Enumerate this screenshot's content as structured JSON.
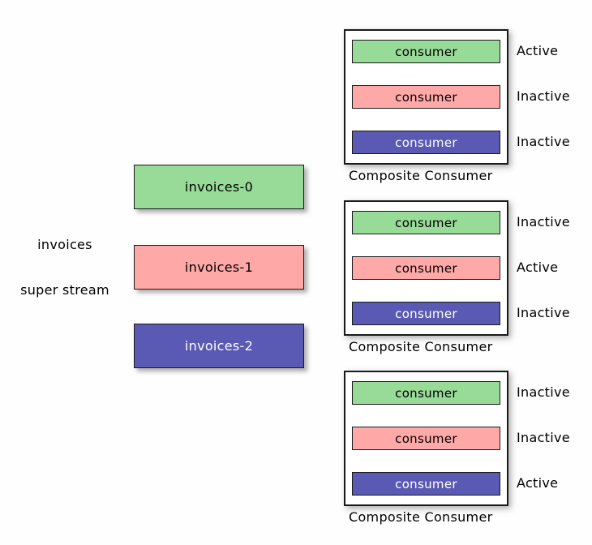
{
  "diagram": {
    "background": "#FEFEFE",
    "stream": {
      "name": "invoices",
      "type": "super stream"
    },
    "colors": {
      "green": "#98DB98",
      "pink": "#FFA8A8",
      "blue": "#5A5AB4",
      "border": "#1A1A1A"
    },
    "partitions": [
      {
        "label": "invoices-0",
        "fill": "#98DB98",
        "text_color": "#000000"
      },
      {
        "label": "invoices-1",
        "fill": "#FFA8A8",
        "text_color": "#000000"
      },
      {
        "label": "invoices-2",
        "fill": "#5A5AB4",
        "text_color": "#FFFFFF"
      }
    ],
    "composites": [
      {
        "caption": "Composite Consumer",
        "consumers": [
          {
            "label": "consumer",
            "fill": "#98DB98",
            "text_color": "#000000",
            "status": "Active"
          },
          {
            "label": "consumer",
            "fill": "#FFA8A8",
            "text_color": "#000000",
            "status": "Inactive"
          },
          {
            "label": "consumer",
            "fill": "#5A5AB4",
            "text_color": "#FFFFFF",
            "status": "Inactive"
          }
        ]
      },
      {
        "caption": "Composite Consumer",
        "consumers": [
          {
            "label": "consumer",
            "fill": "#98DB98",
            "text_color": "#000000",
            "status": "Inactive"
          },
          {
            "label": "consumer",
            "fill": "#FFA8A8",
            "text_color": "#000000",
            "status": "Active"
          },
          {
            "label": "consumer",
            "fill": "#5A5AB4",
            "text_color": "#FFFFFF",
            "status": "Inactive"
          }
        ]
      },
      {
        "caption": "Composite Consumer",
        "consumers": [
          {
            "label": "consumer",
            "fill": "#98DB98",
            "text_color": "#000000",
            "status": "Inactive"
          },
          {
            "label": "consumer",
            "fill": "#FFA8A8",
            "text_color": "#000000",
            "status": "Inactive"
          },
          {
            "label": "consumer",
            "fill": "#5A5AB4",
            "text_color": "#FFFFFF",
            "status": "Active"
          }
        ]
      }
    ]
  }
}
